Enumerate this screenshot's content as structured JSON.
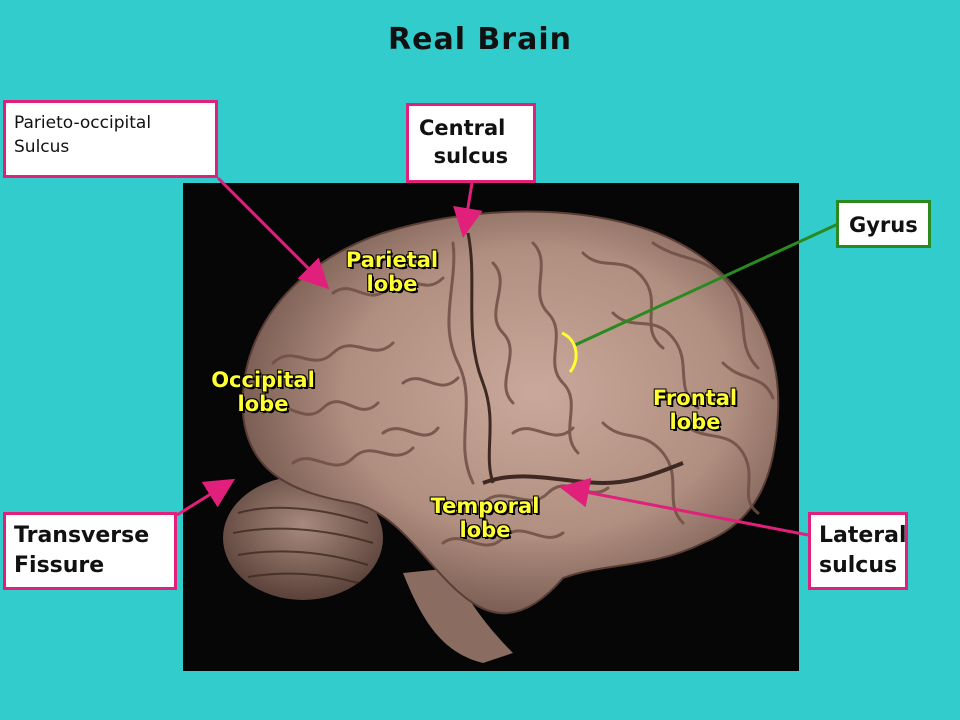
{
  "title": "Real Brain",
  "labels": {
    "parieto_occipital": "Parieto-occipital\nSulcus",
    "central_sulcus": "Central\n  sulcus",
    "gyrus": "Gyrus",
    "transverse_fissure": "Transverse\nFissure",
    "lateral_sulcus": "Lateral\nsulcus"
  },
  "lobes": {
    "parietal": "Parietal\nlobe",
    "occipital": "Occipital\nlobe",
    "frontal": "Frontal\nlobe",
    "temporal": "Temporal\nlobe"
  },
  "colors": {
    "background": "#33cccc",
    "pointer_pink": "#e0207a",
    "pointer_green": "#2a8a20",
    "lobe_text": "#ffff33"
  }
}
